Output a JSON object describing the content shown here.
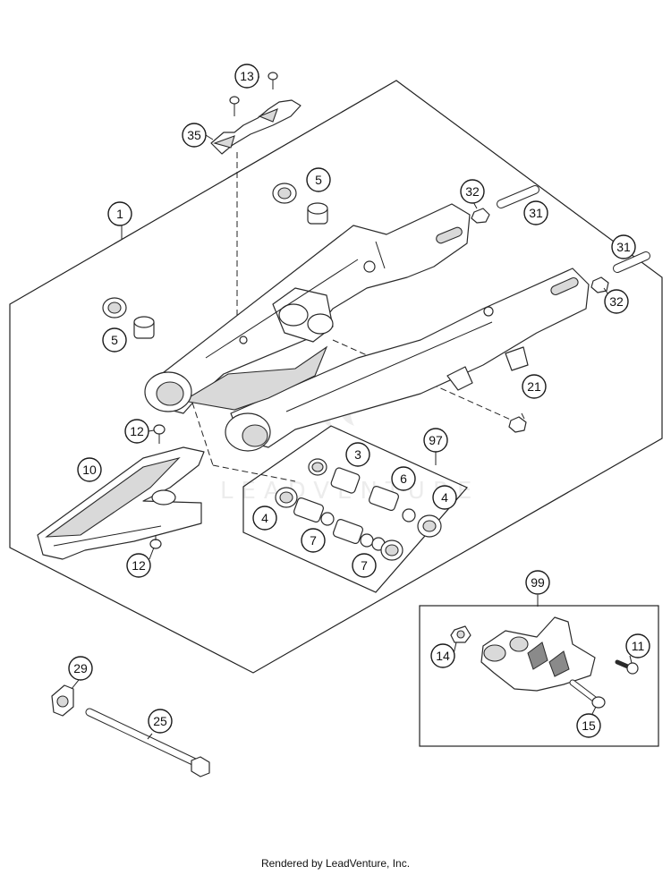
{
  "callouts": {
    "c1": "1",
    "c3": "3",
    "c4a": "4",
    "c4b": "4",
    "c5a": "5",
    "c5b": "5",
    "c6": "6",
    "c7a": "7",
    "c7b": "7",
    "c10": "10",
    "c11": "11",
    "c12a": "12",
    "c12b": "12",
    "c13": "13",
    "c14": "14",
    "c15": "15",
    "c21": "21",
    "c25": "25",
    "c29": "29",
    "c31a": "31",
    "c31b": "31",
    "c32a": "32",
    "c32b": "32",
    "c35": "35",
    "c97": "97",
    "c99": "99"
  },
  "watermark": "LEADVENTURE",
  "footer": "Rendered by LeadVenture, Inc."
}
